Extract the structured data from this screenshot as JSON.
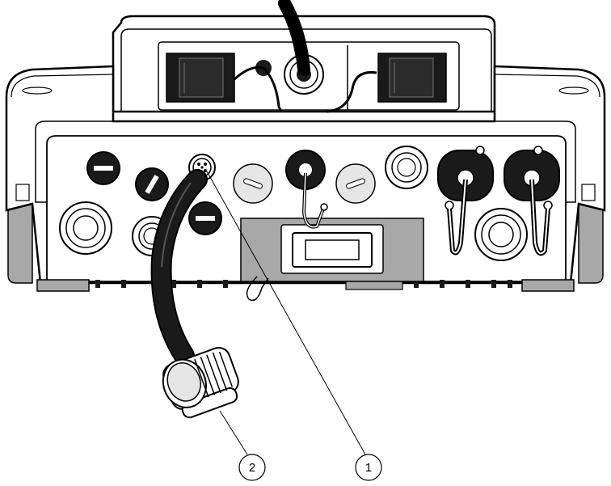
{
  "diagram": {
    "callouts": [
      {
        "label": "1",
        "target": "connector-receptacle"
      },
      {
        "label": "2",
        "target": "cable-plug"
      }
    ]
  },
  "colors": {
    "line": "#000000",
    "body": "#ffffff",
    "shade": "#a8a8a8",
    "plug_light": "#e6e6e6",
    "dark_fill": "#1a1a1a"
  }
}
